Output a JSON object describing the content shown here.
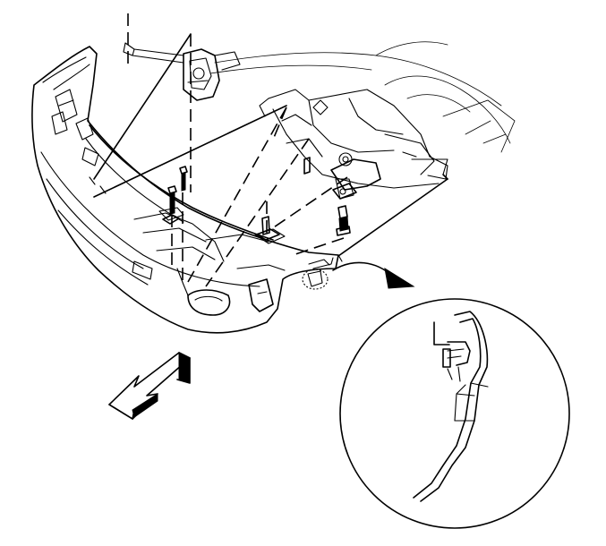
{
  "diagram": {
    "parts": [
      "front-bumper-fascia",
      "radiator-support-frame",
      "headlamp-bracket",
      "upper-bolts",
      "retainer-nuts",
      "lower-bolt",
      "detail-view"
    ],
    "arrows": [
      "direction-arrow",
      "detail-callout-arrow"
    ],
    "colors": {
      "line": "#000000",
      "background": "#ffffff"
    }
  }
}
